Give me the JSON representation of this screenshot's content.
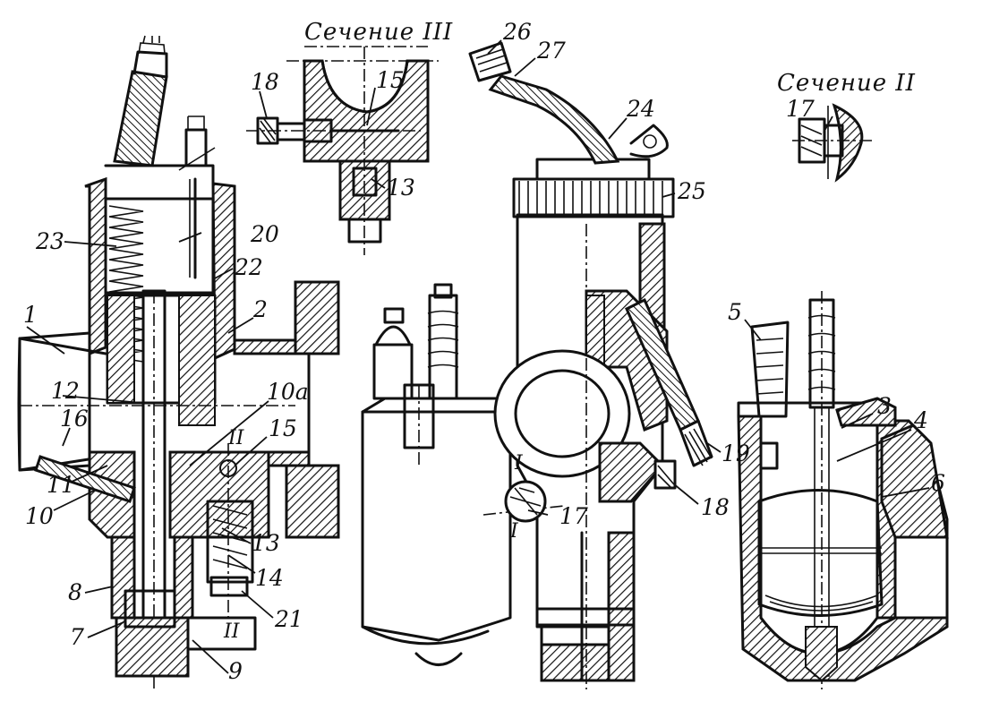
{
  "section_titles": {
    "s3": "Сечение III",
    "s2": "Сечение II"
  },
  "callouts": {
    "c1": "1",
    "c2": "2",
    "c3": "3",
    "c4": "4",
    "c5": "5",
    "c6": "6",
    "c7": "7",
    "c8": "8",
    "c9": "9",
    "c10": "10",
    "c10a": "10а",
    "c11": "11",
    "c12": "12",
    "c13a": "13",
    "c13b": "13",
    "c14": "14",
    "c15a": "15",
    "c15b": "15",
    "c16": "16",
    "c17a": "17",
    "c17b": "17",
    "c18a": "18",
    "c18b": "18",
    "c19": "19",
    "c20": "20",
    "c21": "21",
    "c22": "22",
    "c23": "23",
    "c24": "24",
    "c25": "25",
    "c26": "26",
    "c27": "27"
  },
  "section_marks": {
    "m1a": "I",
    "m1b": "I",
    "m2a": "II",
    "m2b": "II"
  },
  "hatch_color": "#111111",
  "paper_color": "#ffffff"
}
